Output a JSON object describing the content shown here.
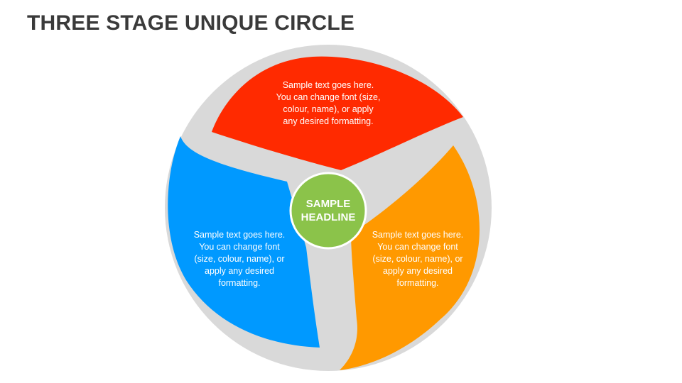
{
  "title": "THREE STAGE UNIQUE CIRCLE",
  "colors": {
    "ring": "#d9d9d9",
    "red": "#ff2a00",
    "blue": "#0099ff",
    "orange": "#ff9900",
    "center": "#8bc34a",
    "center_border": "#ffffff"
  },
  "segments": {
    "red": {
      "text": "Sample text goes here. You can change font (size, colour, name), or apply any desired formatting."
    },
    "blue": {
      "text": "Sample text goes here. You can change font (size, colour, name), or apply any desired formatting."
    },
    "orange": {
      "text": "Sample text goes here. You can change font (size, colour, name), or apply any desired formatting."
    }
  },
  "center": {
    "headline": "SAMPLE HEADLINE"
  }
}
